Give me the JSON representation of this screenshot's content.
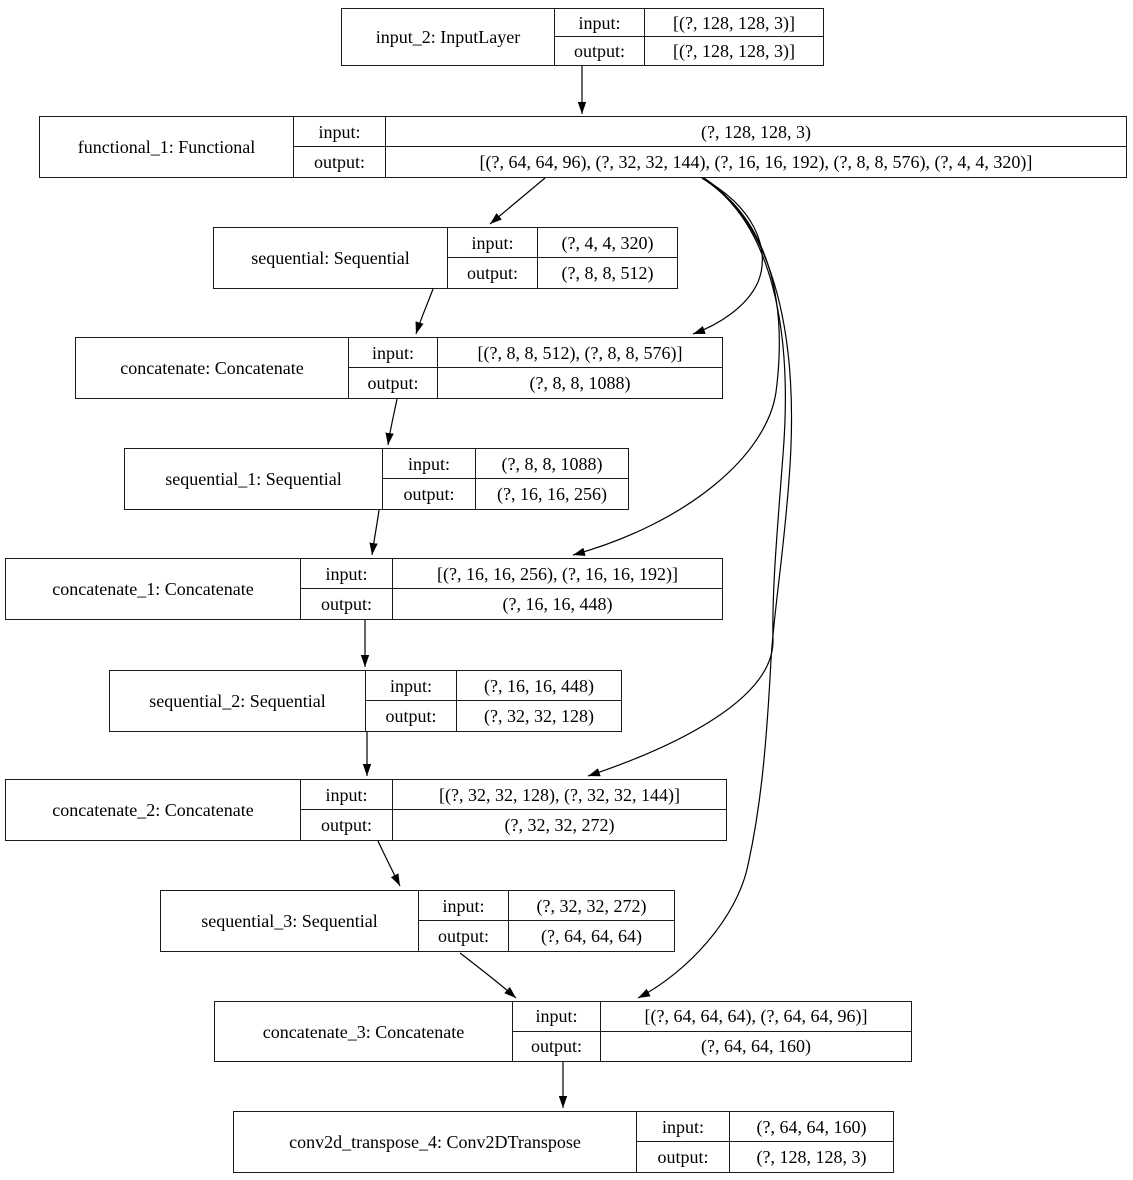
{
  "diagram_type": "keras-model-plot",
  "colors": {
    "background": "#ffffff",
    "node_border": "#1b1b1b",
    "edge": "#000000",
    "text": "#000000"
  },
  "labels": {
    "input": "input:",
    "output": "output:"
  },
  "nodes": [
    {
      "id": "input_2",
      "name": "input_2: InputLayer",
      "input": "[(?, 128, 128, 3)]",
      "output": "[(?, 128, 128, 3)]"
    },
    {
      "id": "functional_1",
      "name": "functional_1: Functional",
      "input": "(?, 128, 128, 3)",
      "output": "[(?, 64, 64, 96), (?, 32, 32, 144), (?, 16, 16, 192), (?, 8, 8, 576), (?, 4, 4, 320)]"
    },
    {
      "id": "sequential",
      "name": "sequential: Sequential",
      "input": "(?, 4, 4, 320)",
      "output": "(?, 8, 8, 512)"
    },
    {
      "id": "concatenate",
      "name": "concatenate: Concatenate",
      "input": "[(?, 8, 8, 512), (?, 8, 8, 576)]",
      "output": "(?, 8, 8, 1088)"
    },
    {
      "id": "sequential_1",
      "name": "sequential_1: Sequential",
      "input": "(?, 8, 8, 1088)",
      "output": "(?, 16, 16, 256)"
    },
    {
      "id": "concatenate_1",
      "name": "concatenate_1: Concatenate",
      "input": "[(?, 16, 16, 256), (?, 16, 16, 192)]",
      "output": "(?, 16, 16, 448)"
    },
    {
      "id": "sequential_2",
      "name": "sequential_2: Sequential",
      "input": "(?, 16, 16, 448)",
      "output": "(?, 32, 32, 128)"
    },
    {
      "id": "concatenate_2",
      "name": "concatenate_2: Concatenate",
      "input": "[(?, 32, 32, 128), (?, 32, 32, 144)]",
      "output": "(?, 32, 32, 272)"
    },
    {
      "id": "sequential_3",
      "name": "sequential_3: Sequential",
      "input": "(?, 32, 32, 272)",
      "output": "(?, 64, 64, 64)"
    },
    {
      "id": "concatenate_3",
      "name": "concatenate_3: Concatenate",
      "input": "[(?, 64, 64, 64), (?, 64, 64, 96)]",
      "output": "(?, 64, 64, 160)"
    },
    {
      "id": "conv2d_transpose_4",
      "name": "conv2d_transpose_4: Conv2DTranspose",
      "input": "(?, 64, 64, 160)",
      "output": "(?, 128, 128, 3)"
    }
  ],
  "edges": [
    {
      "from": "input_2",
      "to": "functional_1"
    },
    {
      "from": "functional_1",
      "to": "sequential"
    },
    {
      "from": "functional_1",
      "to": "concatenate"
    },
    {
      "from": "functional_1",
      "to": "concatenate_1"
    },
    {
      "from": "functional_1",
      "to": "concatenate_2"
    },
    {
      "from": "functional_1",
      "to": "concatenate_3"
    },
    {
      "from": "sequential",
      "to": "concatenate"
    },
    {
      "from": "concatenate",
      "to": "sequential_1"
    },
    {
      "from": "sequential_1",
      "to": "concatenate_1"
    },
    {
      "from": "concatenate_1",
      "to": "sequential_2"
    },
    {
      "from": "sequential_2",
      "to": "concatenate_2"
    },
    {
      "from": "concatenate_2",
      "to": "sequential_3"
    },
    {
      "from": "sequential_3",
      "to": "concatenate_3"
    },
    {
      "from": "concatenate_3",
      "to": "conv2d_transpose_4"
    }
  ]
}
